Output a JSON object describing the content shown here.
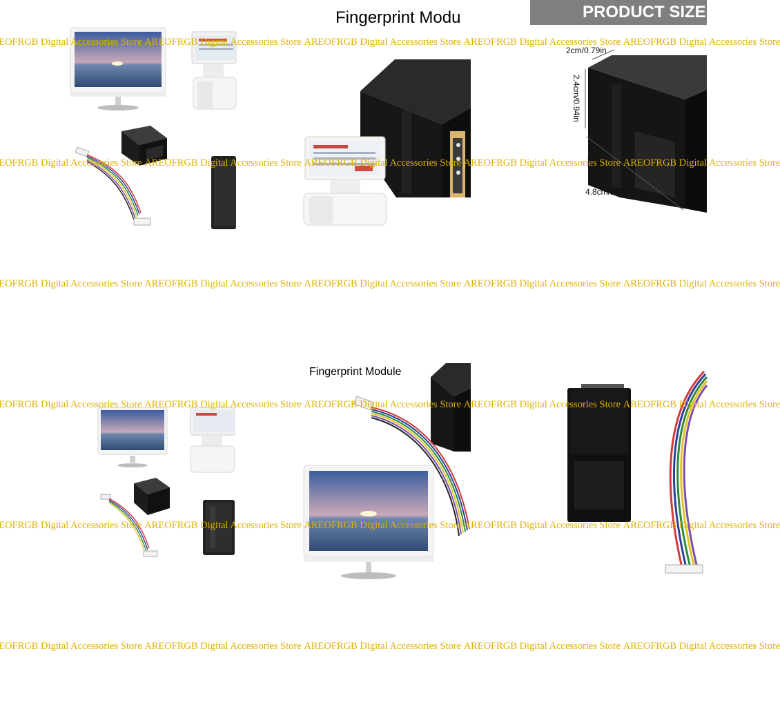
{
  "watermark": {
    "text": "AREOFRGB Digital Accessories Store",
    "color": "#e0b000"
  },
  "panels": {
    "top_middle_title": "Fingerprint Modu",
    "top_right_banner": "PRODUCT SIZE",
    "bottom_middle_title": "Fingerprint Module"
  },
  "dimensions": {
    "width": "2cm/0.79in",
    "height": "2.4cm/0.94in",
    "length": "4.8cm/1.89in"
  },
  "products": [
    "monitor-image",
    "pos-terminal-image",
    "fingerprint-module-image",
    "cable-image",
    "enclosure-image"
  ]
}
